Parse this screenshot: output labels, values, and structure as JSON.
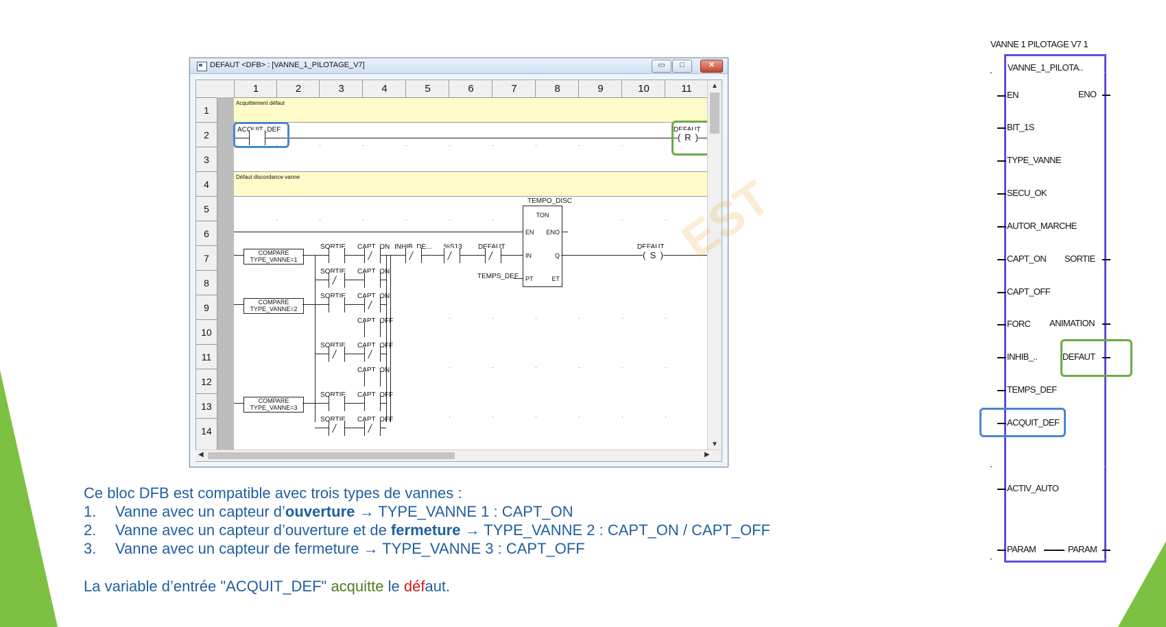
{
  "window": {
    "title": "DEFAUT <DFB> : [VANNE_1_PILOTAGE_V7]",
    "min_label": "▭",
    "max_label": "□",
    "close_label": "✕",
    "columns": [
      "1",
      "2",
      "3",
      "4",
      "5",
      "6",
      "7",
      "8",
      "9",
      "10",
      "11"
    ],
    "rows": [
      "1",
      "2",
      "3",
      "4",
      "5",
      "6",
      "7",
      "8",
      "9",
      "10",
      "11",
      "12",
      "13",
      "14"
    ]
  },
  "ladder": {
    "comment_1": "Acquittement défaut",
    "comment_2": "Défaut discordance vanne",
    "acquit_def": "ACQUIT_DEF",
    "defaut": "DEFAUT",
    "coil_r": "R",
    "coil_s": "S",
    "tempo_disc": "TEMPO_DISC",
    "ton": "TON",
    "en": "EN",
    "eno": "ENO",
    "in": "IN",
    "q": "Q",
    "pt": "PT",
    "et": "ET",
    "temps_def": "TEMPS_DEF",
    "compare": "COMPARE",
    "type_vanne_1": "TYPE_VANNE=1",
    "type_vanne_2": "TYPE_VANNE=2",
    "type_vanne_3": "TYPE_VANNE=3",
    "sortie": "SORTIE",
    "capt_on": "CAPT_ON",
    "capt_off": "CAPT_OFF",
    "inhib_de": "INHIB_DE...",
    "s13": "%S13"
  },
  "text": {
    "intro": "Ce bloc DFB est compatible avec trois types de vannes :",
    "item1_num": "1.",
    "item1_a": "Vanne avec un capteur d’",
    "item1_b": "ouverture",
    "item1_c": " → TYPE_VANNE 1 : CAPT_ON",
    "item2_num": "2.",
    "item2_a": "Vanne avec un capteur d’ouverture et de ",
    "item2_b": "fermeture",
    "item2_c": " → TYPE_VANNE 2 : CAPT_ON / CAPT_OFF",
    "item3_num": "3.",
    "item3_a": "Vanne avec un capteur de fermeture → TYPE_VANNE 3 : CAPT_OFF",
    "foot_a": "La variable d’entrée \"ACQUIT_DEF\" ",
    "foot_b": "acquitte",
    "foot_c": " le ",
    "foot_d": "déf",
    "foot_e": "aut."
  },
  "block": {
    "instance": "VANNE 1 PILOTAGE V7 1",
    "type": "VANNE_1_PILOTA..",
    "inputs": [
      "EN",
      "BIT_1S",
      "TYPE_VANNE",
      "SECU_OK",
      "AUTOR_MARCHE",
      "CAPT_ON",
      "CAPT_OFF",
      "FORC",
      "INHIB_..",
      "TEMPS_DEF",
      "ACQUIT_DEF",
      "ACTIV_AUTO",
      "PARAM"
    ],
    "outputs": [
      "ENO",
      "SORTIE",
      "ANIMATION",
      "DEFAUT",
      "PARAM"
    ]
  },
  "colors": {
    "text_blue": "#1f5fa0",
    "accent_green": "#6aaa44",
    "highlight_blue": "#4a87c8",
    "block_border": "#5a4fd8",
    "alert_red": "#d01818"
  }
}
